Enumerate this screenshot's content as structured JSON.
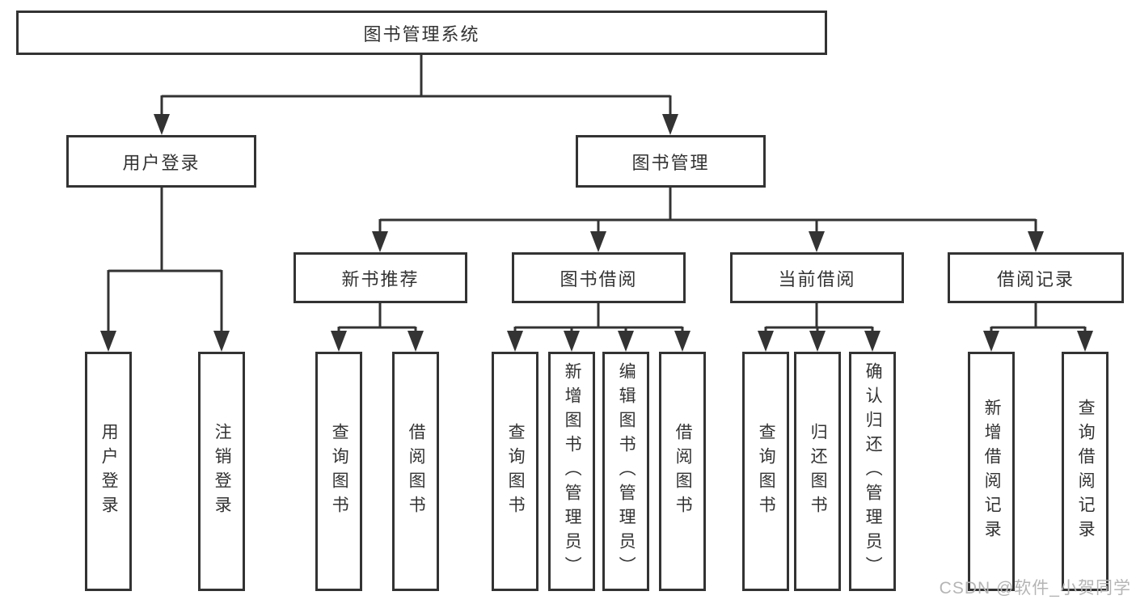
{
  "tree": {
    "label": "图书管理系统",
    "children": [
      {
        "label": "用户登录",
        "children": [
          {
            "label": "用户登录"
          },
          {
            "label": "注销登录"
          }
        ]
      },
      {
        "label": "图书管理",
        "children": [
          {
            "label": "新书推荐",
            "children": [
              {
                "label": "查询图书"
              },
              {
                "label": "借阅图书"
              }
            ]
          },
          {
            "label": "图书借阅",
            "children": [
              {
                "label": "查询图书"
              },
              {
                "label": "新增图书（管理员）"
              },
              {
                "label": "编辑图书（管理员）"
              },
              {
                "label": "借阅图书"
              }
            ]
          },
          {
            "label": "当前借阅",
            "children": [
              {
                "label": "查询图书"
              },
              {
                "label": "归还图书"
              },
              {
                "label": "确认归还（管理员）"
              }
            ]
          },
          {
            "label": "借阅记录",
            "children": [
              {
                "label": "新增借阅记录"
              },
              {
                "label": "查询借阅记录"
              }
            ]
          }
        ]
      }
    ]
  },
  "watermark": {
    "text": "CSDN @软件_小贺同学"
  },
  "colors": {
    "line": "#333333",
    "box_fill": "#ffffff",
    "watermark_gray": "#b5b5b5"
  }
}
